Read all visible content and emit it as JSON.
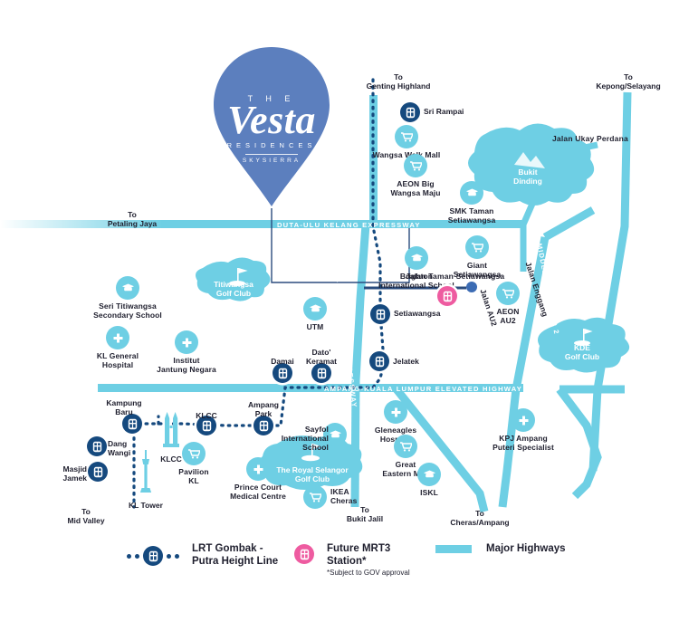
{
  "brand": {
    "the": "T H E",
    "name": "Vesta",
    "residences": "RESIDENCES",
    "sub": "SKYSIERRA",
    "pin_color": "#5C7FBE"
  },
  "colors": {
    "highway": "#6ECFE4",
    "lrt_station": "#15497E",
    "mrt_station": "#EE5BA0",
    "poi_icon": "#6ECFE4",
    "text": "#1f1f2e"
  },
  "destinations": [
    {
      "label": "To\nGenting Highland"
    },
    {
      "label": "To\nKepong/Selayang"
    },
    {
      "label": "To\nPetaling Jaya"
    },
    {
      "label": "To\nMid Valley"
    },
    {
      "label": "To\nBukit Jalil"
    },
    {
      "label": "To\nCheras/Ampang"
    }
  ],
  "roads": [
    {
      "label": "DUTA-ULU KELANG EXPRESSWAY"
    },
    {
      "label": "SETIAWANGSA - PANTAI EXPRESSWAY"
    },
    {
      "label": "AMPANG-KUALA LUMPUR ELEVATED HIGHWAY"
    },
    {
      "label": "MIDDLE RING ROAD 2"
    },
    {
      "label": "Jalan Ukay Perdana"
    },
    {
      "label": "Jalan Taman Setiawangsa"
    },
    {
      "label": "Jalan Enggang"
    },
    {
      "label": "Jalan AU2"
    }
  ],
  "areas": [
    {
      "label": "Bukit\nDinding"
    },
    {
      "label": "Titiwangsa\nGolf Club"
    },
    {
      "label": "KDE\nGolf Club"
    },
    {
      "label": "The Royal Selangor\nGolf Club"
    }
  ],
  "stations": [
    {
      "label": "Sri Rampai",
      "type": "lrt"
    },
    {
      "label": "Setiawangsa",
      "type": "lrt"
    },
    {
      "label": "Jelatek",
      "type": "lrt"
    },
    {
      "label": "Damai",
      "type": "lrt"
    },
    {
      "label": "Dato'\nKeramat",
      "type": "lrt"
    },
    {
      "label": "Ampang\nPark",
      "type": "lrt"
    },
    {
      "label": "KLCC",
      "type": "lrt"
    },
    {
      "label": "Kampung\nBaru",
      "type": "lrt"
    },
    {
      "label": "Dang\nWangi",
      "type": "lrt"
    },
    {
      "label": "Masjid\nJamek",
      "type": "lrt"
    },
    {
      "label": "",
      "type": "mrt"
    }
  ],
  "pois": [
    {
      "label": "Wangsa Walk Mall",
      "icon": "shopping-cart-icon"
    },
    {
      "label": "AEON Big\nWangsa Maju",
      "icon": "shopping-cart-icon"
    },
    {
      "label": "SMK Taman\nSetiawangsa",
      "icon": "graduation-cap-icon"
    },
    {
      "label": "Giant\nSetiawangsa",
      "icon": "shopping-cart-icon"
    },
    {
      "label": "Brighton\nInternational School",
      "icon": "graduation-cap-icon"
    },
    {
      "label": "AEON\nAU2",
      "icon": "shopping-cart-icon"
    },
    {
      "label": "Seri Titiwangsa\nSecondary School",
      "icon": "graduation-cap-icon"
    },
    {
      "label": "KL General\nHospital",
      "icon": "hospital-cross-icon"
    },
    {
      "label": "Institut\nJantung Negara",
      "icon": "hospital-cross-icon"
    },
    {
      "label": "UTM",
      "icon": "graduation-cap-icon"
    },
    {
      "label": "Sayfol\nInternational\nSchool",
      "icon": "graduation-cap-icon"
    },
    {
      "label": "IKEA\nCheras",
      "icon": "shopping-cart-icon"
    },
    {
      "label": "Gleneagles\nHospital",
      "icon": "hospital-cross-icon"
    },
    {
      "label": "Great\nEastern Mall",
      "icon": "shopping-cart-icon"
    },
    {
      "label": "ISKL",
      "icon": "graduation-cap-icon"
    },
    {
      "label": "KPJ Ampang\nPuteri Specialist",
      "icon": "hospital-cross-icon"
    },
    {
      "label": "Prince Court\nMedical Centre",
      "icon": "hospital-cross-icon"
    },
    {
      "label": "Pavilion\nKL",
      "icon": "shopping-cart-icon"
    }
  ],
  "landmarks": [
    {
      "label": "KLCC",
      "icon": "twin-towers-icon"
    },
    {
      "label": "KL Tower",
      "icon": "kl-tower-icon"
    }
  ],
  "legend": {
    "lrt_label": "LRT Gombak -\nPutra Height Line",
    "mrt_label": "Future MRT3\nStation*",
    "mrt_note": "*Subject to GOV approval",
    "highway_label": "Major Highways"
  }
}
